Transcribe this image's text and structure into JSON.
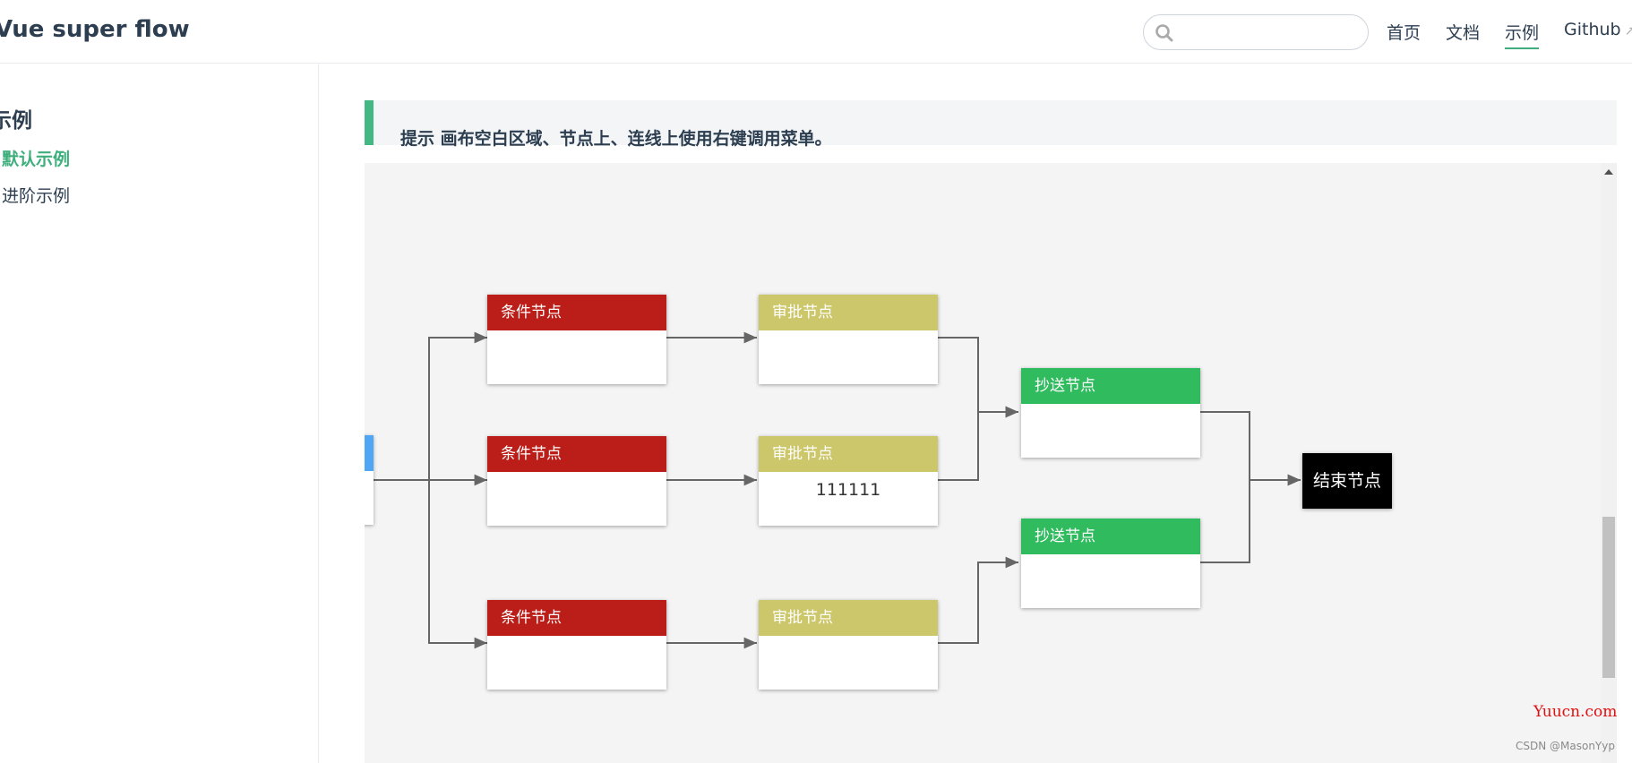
{
  "header": {
    "site_title": "Vue super flow",
    "search": {
      "value": "",
      "placeholder": ""
    },
    "nav": [
      {
        "label": "首页",
        "active": false
      },
      {
        "label": "文档",
        "active": false
      },
      {
        "label": "示例",
        "active": true
      },
      {
        "label": "Github",
        "active": false,
        "external": true
      }
    ]
  },
  "sidebar": {
    "heading": "示例",
    "items": [
      {
        "label": "默认示例",
        "active": true
      },
      {
        "label": "进阶示例",
        "active": false
      }
    ]
  },
  "tip": {
    "text": "提示 画布空白区域、节点上、连线上使用右键调用菜单。"
  },
  "flow": {
    "condition_nodes": [
      {
        "title": "条件节点",
        "content": ""
      },
      {
        "title": "条件节点",
        "content": ""
      },
      {
        "title": "条件节点",
        "content": ""
      }
    ],
    "approval_nodes": [
      {
        "title": "审批节点",
        "content": ""
      },
      {
        "title": "审批节点",
        "content": "111111"
      },
      {
        "title": "审批节点",
        "content": ""
      }
    ],
    "cc_nodes": [
      {
        "title": "抄送节点",
        "content": ""
      },
      {
        "title": "抄送节点",
        "content": ""
      }
    ],
    "end_node": {
      "title": "结束节点"
    }
  },
  "watermarks": {
    "site": "Yuucn.com",
    "author": "CSDN @MasonYyp"
  },
  "colors": {
    "accent": "#3eaf7c",
    "condition": "#bb1e18",
    "approval": "#ccc76b",
    "cc": "#30bb5f",
    "start": "#4fa6f5",
    "end": "#000000",
    "link": "#666666"
  }
}
